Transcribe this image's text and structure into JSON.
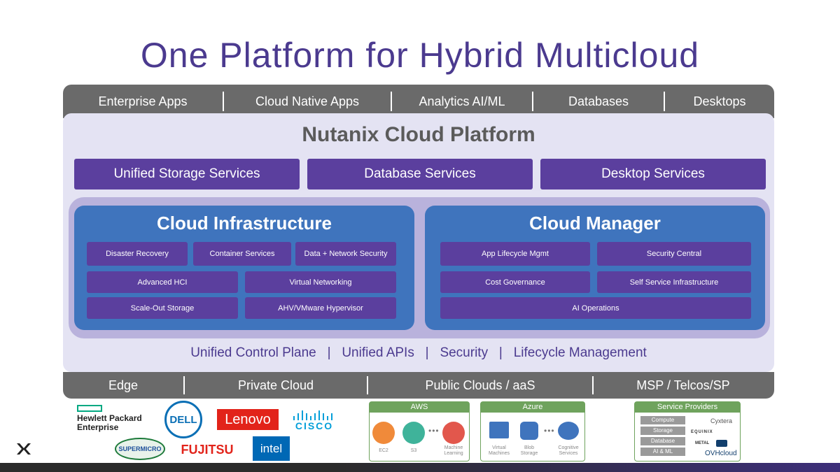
{
  "title": "One Platform for Hybrid Multicloud",
  "apps": [
    "Enterprise Apps",
    "Cloud Native Apps",
    "Analytics AI/ML",
    "Databases",
    "Desktops"
  ],
  "platform": {
    "title": "Nutanix Cloud Platform",
    "services": [
      "Unified Storage Services",
      "Database Services",
      "Desktop Services"
    ],
    "cloud_infrastructure": {
      "title": "Cloud Infrastructure",
      "tiles": [
        "Disaster Recovery",
        "Container Services",
        "Data + Network Security",
        "Advanced HCI",
        "Virtual Networking",
        "Scale-Out Storage",
        "AHV/VMware Hypervisor"
      ]
    },
    "cloud_manager": {
      "title": "Cloud Manager",
      "tiles": [
        "App Lifecycle Mgmt",
        "Security Central",
        "Cost Governance",
        "Self Service Infrastructure",
        "AI Operations"
      ]
    },
    "control_plane": "Unified Control Plane   |   Unified APIs   |   Security   |   Lifecycle Management"
  },
  "deployments": [
    "Edge",
    "Private Cloud",
    "Public Clouds / aaS",
    "MSP / Telcos/SP"
  ],
  "vendors": {
    "hpe": "Hewlett Packard Enterprise",
    "dell": "DELL",
    "lenovo": "Lenovo",
    "cisco": "CISCO",
    "supermicro": "SUPERMICRO",
    "fujitsu": "FUJITSU",
    "intel": "intel"
  },
  "aws": {
    "title": "AWS",
    "items": [
      "EC2",
      "S3",
      "Machine Learning"
    ]
  },
  "azure": {
    "title": "Azure",
    "items": [
      "Virtual Machines",
      "Blob Storage",
      "Cognitive Services"
    ]
  },
  "service_providers": {
    "title": "Service Providers",
    "items": [
      "Compute",
      "Storage",
      "Database",
      "AI & ML"
    ],
    "brands": [
      "Cyxtera",
      "EQUINIX",
      "METAL",
      "OVHcloud"
    ]
  },
  "colors": {
    "purple": "#5b3f9e",
    "blue": "#3f74bd",
    "gray": "#6a6a6a",
    "green": "#6fa35d"
  }
}
